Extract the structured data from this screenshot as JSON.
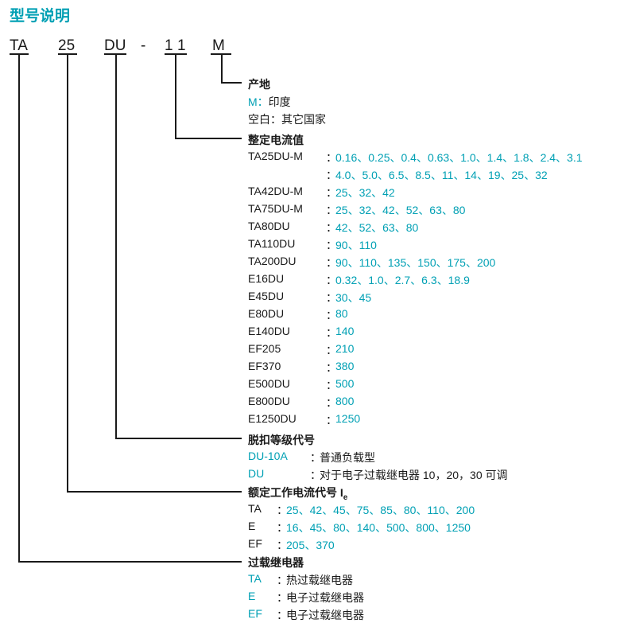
{
  "title": "型号说明",
  "code": {
    "p1": "TA",
    "p2": "25",
    "p3": "DU",
    "dash": "-",
    "p4a": "1",
    "p4b": "1",
    "p5": "M"
  },
  "colon": "：",
  "origin": {
    "heading": "产地",
    "m_key": "M",
    "m_colon": "：",
    "m_value": "印度",
    "blank": "空白：其它国家"
  },
  "current": {
    "heading": "整定电流值",
    "rows": [
      {
        "label": "TA25DU-M",
        "value": "0.16、0.25、0.4、0.63、1.0、1.4、1.8、2.4、3.1"
      },
      {
        "label": "",
        "value": "4.0、5.0、6.5、8.5、11、14、19、25、32"
      },
      {
        "label": "TA42DU-M",
        "value": "25、32、42"
      },
      {
        "label": "TA75DU-M",
        "value": "25、32、42、52、63、80"
      },
      {
        "label": "TA80DU",
        "value": "42、52、63、80"
      },
      {
        "label": "TA110DU",
        "value": "90、110"
      },
      {
        "label": "TA200DU",
        "value": "90、110、135、150、175、200"
      },
      {
        "label": "E16DU",
        "value": "0.32、1.0、2.7、6.3、18.9"
      },
      {
        "label": "E45DU",
        "value": "30、45"
      },
      {
        "label": "E80DU",
        "value": "80"
      },
      {
        "label": "E140DU",
        "value": "140"
      },
      {
        "label": "EF205",
        "value": "210"
      },
      {
        "label": "EF370",
        "value": "380"
      },
      {
        "label": "E500DU",
        "value": "500"
      },
      {
        "label": "E800DU",
        "value": "800"
      },
      {
        "label": "E1250DU",
        "value": "1250"
      }
    ]
  },
  "trip": {
    "heading": "脱扣等级代号",
    "rows": [
      {
        "label": "DU-10A",
        "value": "普通负载型"
      },
      {
        "label": "DU",
        "value": "对于电子过载继电器 10，20，30 可调"
      }
    ]
  },
  "rated": {
    "heading": "额定工作电流代号 I",
    "heading_sub": "e",
    "rows": [
      {
        "label": "TA",
        "value": "25、42、45、75、85、80、110、200"
      },
      {
        "label": "E",
        "value": "16、45、80、140、500、800、1250"
      },
      {
        "label": "EF",
        "value": "205、370"
      }
    ]
  },
  "relay": {
    "heading": "过载继电器",
    "rows": [
      {
        "label": "TA",
        "value": "热过载继电器"
      },
      {
        "label": "E",
        "value": "电子过载继电器"
      },
      {
        "label": "EF",
        "value": "电子过载继电器"
      }
    ]
  }
}
